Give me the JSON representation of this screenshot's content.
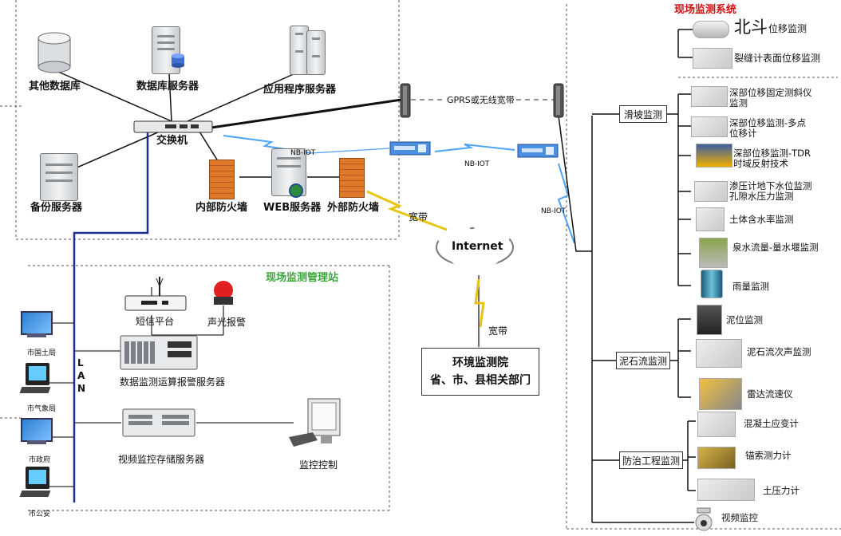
{
  "server_room": {
    "other_db": "其他数据库",
    "db_server": "数据库服务器",
    "app_server": "应用程序服务器",
    "switch": "交换机",
    "backup_server": "备份服务器",
    "inner_firewall": "内部防火墙",
    "web_server": "WEB服务器",
    "outer_firewall": "外部防火墙"
  },
  "network": {
    "gprs": "GPRS或无线宽带",
    "nbiot_1": "NB-IOT",
    "nbiot_2": "NB-IOT",
    "nbiot_3": "NB-IOT",
    "broadband_1": "宽带",
    "broadband_2": "宽带",
    "internet": "Internet",
    "lan_letters": [
      "L",
      "A",
      "N"
    ]
  },
  "station": {
    "title": "现场监测管理站",
    "sms": "短信平台",
    "alarm": "声光报警",
    "alarm_server": "数据监测运算报警服务器",
    "video_server": "视频监控存储服务器",
    "monitor_control": "监控控制",
    "pc_labels": [
      "市国土局",
      "市气象局",
      "市政府",
      "市公安"
    ]
  },
  "env_office": {
    "line1": "环境监测院",
    "line2": "省、市、县相关部门"
  },
  "field": {
    "title": "现场监测系统",
    "beidou_big": "北斗",
    "beidou_small": "位移监测",
    "crack": "裂缝计表面位移监测",
    "landslide": "滑坡监测",
    "landslide_items": [
      "深部位移固定测斜仪\n监测",
      "深部位移监测-多点\n位移计",
      "深部位移监测-TDR\n时域反射技术",
      "渗压计地下水位监测\n孔隙水压力监测",
      "土体含水率监测",
      "泉水流量-量水堰监测",
      "雨量监测"
    ],
    "debris": "泥石流监测",
    "debris_items": [
      "泥位监测",
      "泥石流次声监测",
      "雷达流速仪"
    ],
    "protection": "防治工程监测",
    "protection_items": [
      "混凝土应变计",
      "锚索测力计",
      "土压力计"
    ],
    "video": "视频监控"
  }
}
